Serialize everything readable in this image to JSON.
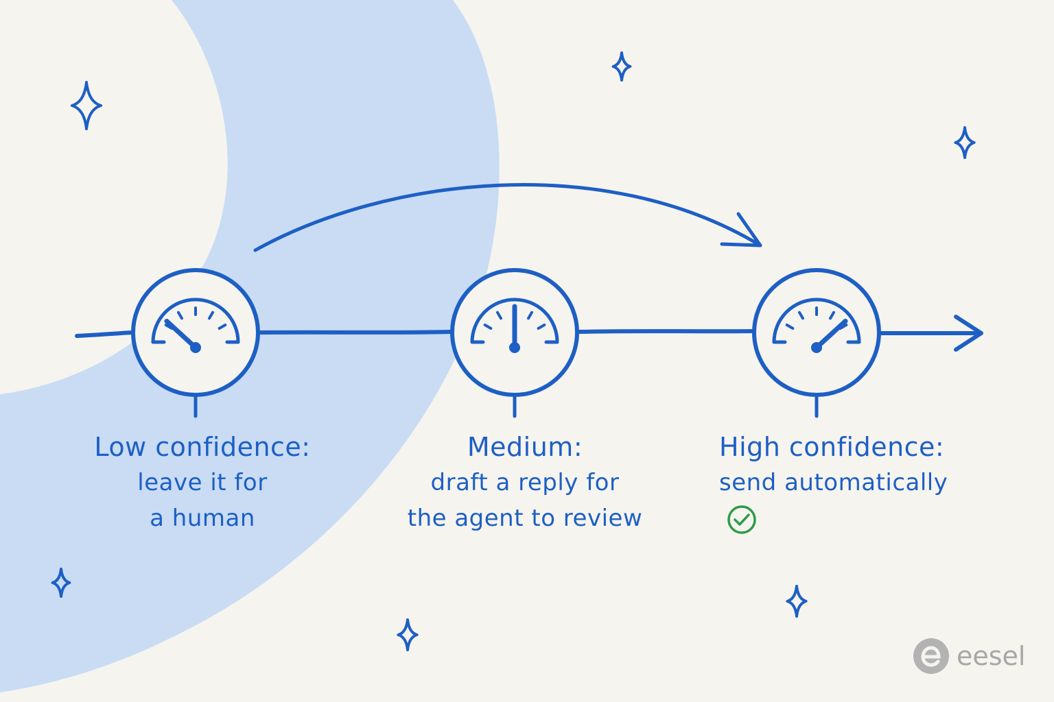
{
  "colors": {
    "background": "#f6f4ef",
    "accent": "#1d5fc4",
    "band": "#c9dcf4",
    "check": "#2e9b48",
    "brand": "#a7a7a7"
  },
  "stages": [
    {
      "id": "low",
      "title": "Low confidence:",
      "lines": [
        "leave it for",
        "a human"
      ],
      "gauge_level": 0.2
    },
    {
      "id": "medium",
      "title": "Medium:",
      "lines": [
        "draft a reply for",
        "the agent to review"
      ],
      "gauge_level": 0.5
    },
    {
      "id": "high",
      "title": "High confidence:",
      "lines": [
        "send automatically"
      ],
      "gauge_level": 0.8,
      "icon": "check-circle-icon"
    }
  ],
  "brand": {
    "name": "eesel",
    "icon": "eesel-logo-icon"
  },
  "decorations": {
    "icon": "sparkle-icon"
  }
}
